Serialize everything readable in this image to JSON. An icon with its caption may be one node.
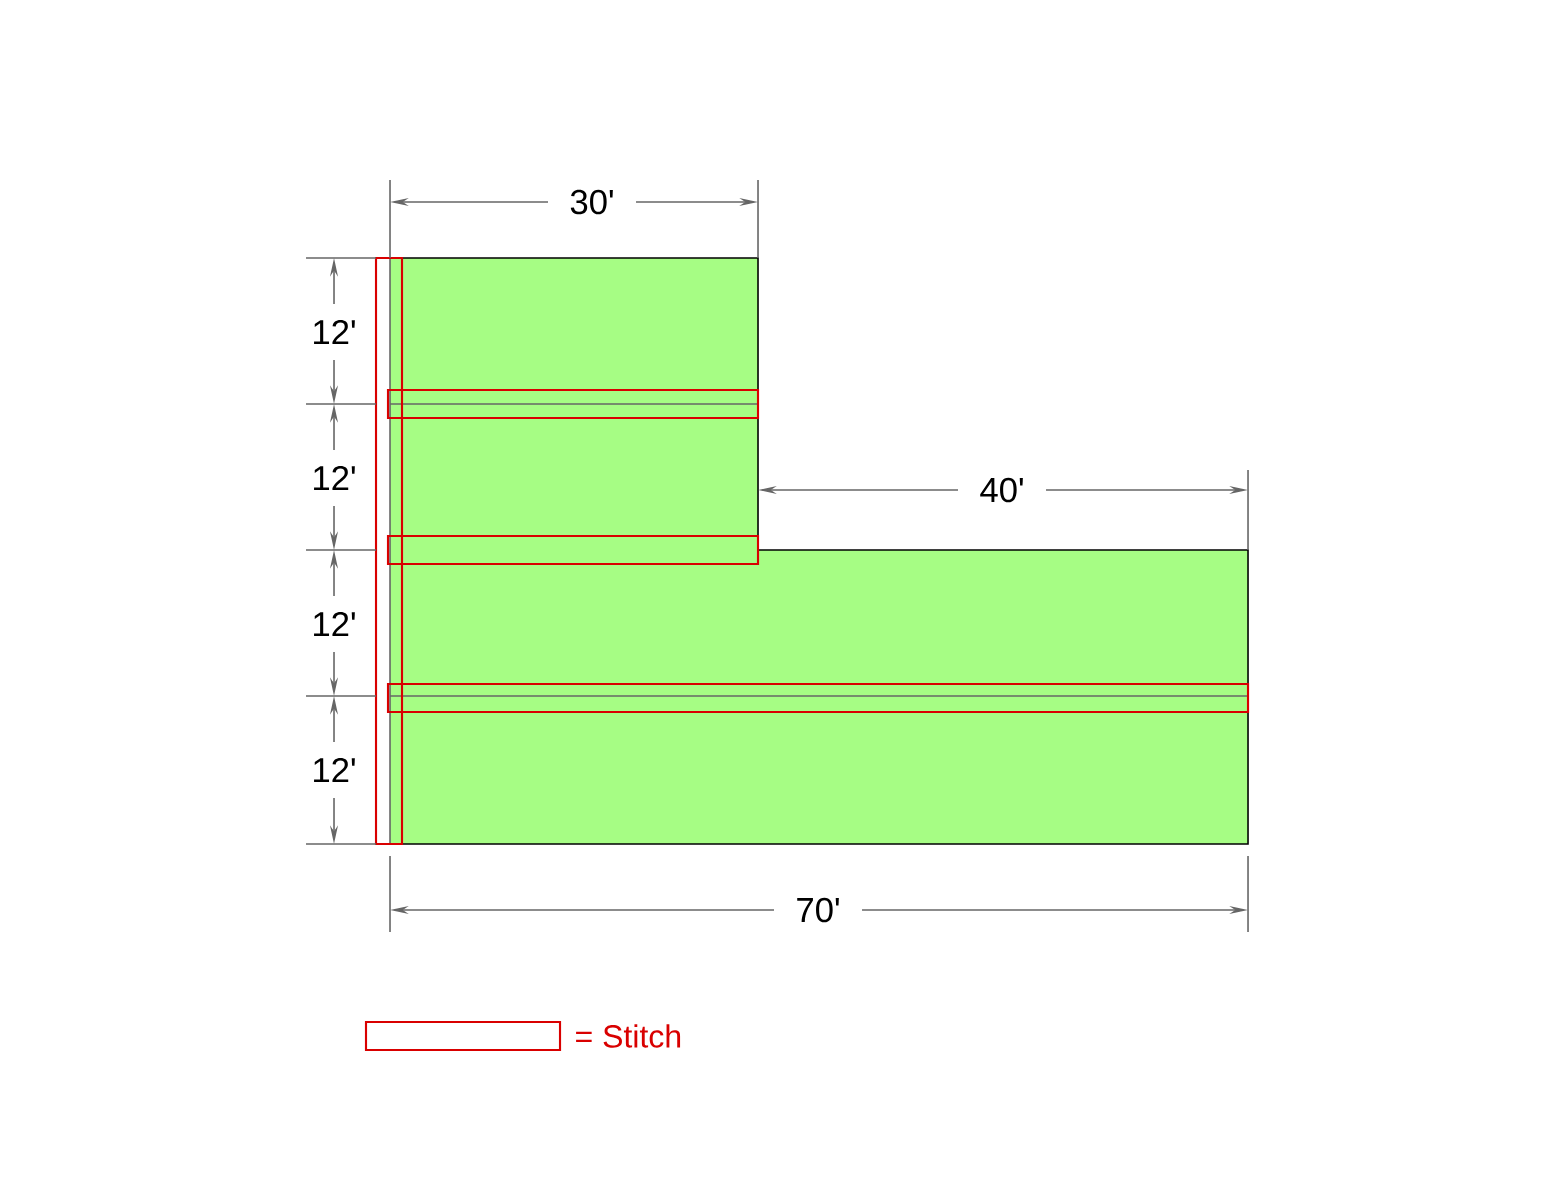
{
  "diagram": {
    "labels": [
      "30'",
      "12'",
      "12'",
      "40'",
      "12'",
      "12'",
      "70'"
    ],
    "legend": [
      {
        "text": "= Stitch"
      }
    ]
  }
}
